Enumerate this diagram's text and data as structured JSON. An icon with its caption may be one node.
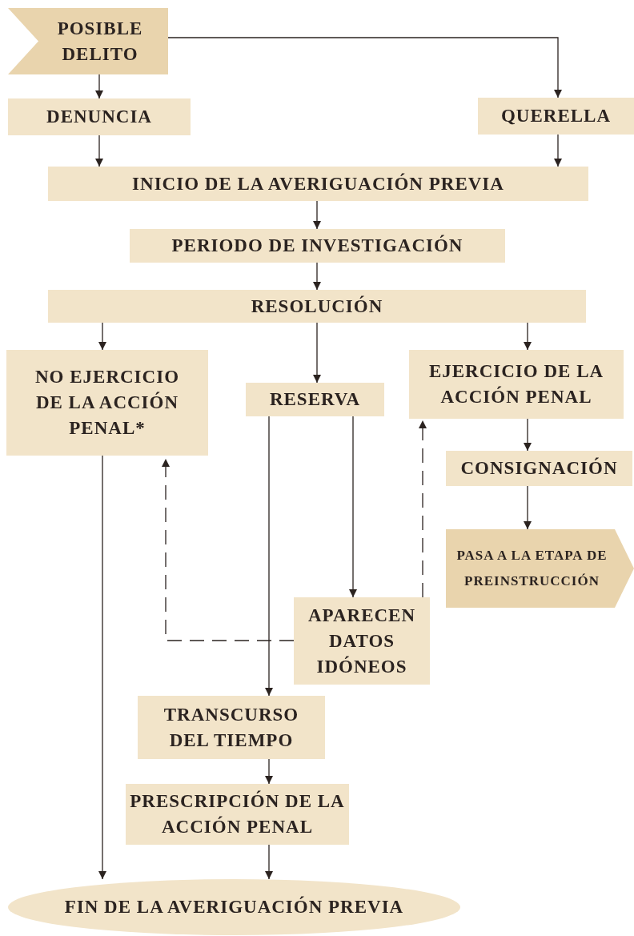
{
  "diagram": {
    "nodes": [
      {
        "text": [
          "POSIBLE DELITO"
        ]
      },
      {
        "text": [
          "DENUNCIA"
        ]
      },
      {
        "text": [
          "QUERELLA"
        ]
      },
      {
        "text": [
          "INICIO DE LA AVERIGUACIÓN PREVIA"
        ]
      },
      {
        "text": [
          "PERIODO DE INVESTIGACIÓN"
        ]
      },
      {
        "text": [
          "RESOLUCIÓN"
        ]
      },
      {
        "text": [
          "NO EJERCICIO DE LA ACCIÓN PENAL*"
        ]
      },
      {
        "text": [
          "RESERVA"
        ]
      },
      {
        "text": [
          "EJERCICIO DE LA ACCIÓN PENAL"
        ]
      },
      {
        "text": [
          "CONSIGNACIÓN"
        ]
      },
      {
        "text": [
          "PASA A LA ETAPA DE PREINSTRUCCIÓN"
        ]
      },
      {
        "text": [
          "APARECEN DATOS IDÓNEOS"
        ]
      },
      {
        "text": [
          "TRANSCURSO DEL TIEMPO"
        ]
      },
      {
        "text": [
          "PRESCRIPCIÓN DE LA ACCIÓN PENAL"
        ]
      },
      {
        "text": [
          "FIN DE LA AVERIGUACIÓN PREVIA"
        ]
      }
    ],
    "edges": [
      {
        "from": 0,
        "to": 1,
        "arrow": "to"
      },
      {
        "from": 0,
        "to": 2,
        "arrow": "to"
      },
      {
        "from": 1,
        "to": 3,
        "arrow": "to"
      },
      {
        "from": 2,
        "to": 3,
        "arrow": "to"
      },
      {
        "from": 3,
        "to": 4,
        "arrow": "to"
      },
      {
        "from": 4,
        "to": 5,
        "arrow": "to"
      },
      {
        "from": 5,
        "to": 6,
        "arrow": "to"
      },
      {
        "from": 5,
        "to": 7,
        "arrow": "to"
      },
      {
        "from": 5,
        "to": 8,
        "arrow": "to"
      },
      {
        "from": 8,
        "to": 9,
        "arrow": "to"
      },
      {
        "from": 9,
        "to": 10,
        "arrow": "to"
      },
      {
        "from": 6,
        "to": 14,
        "arrow": "to"
      },
      {
        "from": 7,
        "to": 12,
        "arrow": "to"
      },
      {
        "from": 7,
        "to": 11,
        "arrow": "to"
      },
      {
        "from": 11,
        "to": 6,
        "arrow": "to",
        "style": "dashed"
      },
      {
        "from": 11,
        "to": 8,
        "arrow": "to",
        "style": "dashed"
      },
      {
        "from": 12,
        "to": 13,
        "arrow": "to"
      },
      {
        "from": 13,
        "to": 14,
        "arrow": "to"
      }
    ]
  }
}
